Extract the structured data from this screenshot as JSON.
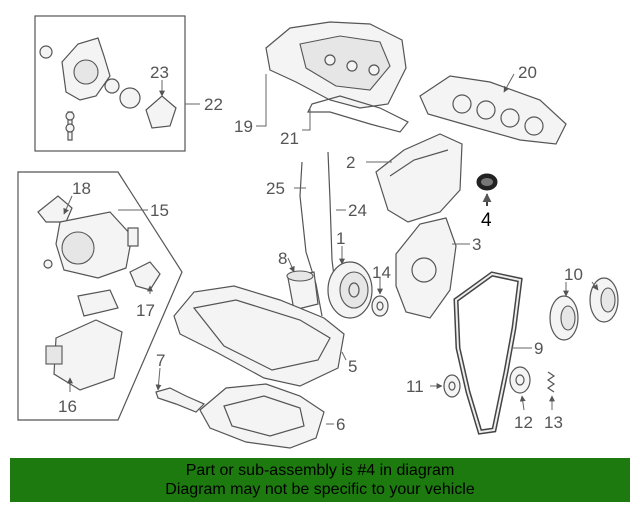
{
  "callouts": [
    "1",
    "2",
    "3",
    "4",
    "5",
    "6",
    "7",
    "8",
    "9",
    "10",
    "11",
    "12",
    "13",
    "14",
    "15",
    "16",
    "17",
    "18",
    "19",
    "20",
    "21",
    "22",
    "23",
    "24",
    "25"
  ],
  "highlighted_callout": "4",
  "banner": {
    "line1": "Part or sub-assembly is #4 in diagram",
    "line2": "Diagram may not be specific to your vehicle",
    "background": "#1c7a0f"
  }
}
